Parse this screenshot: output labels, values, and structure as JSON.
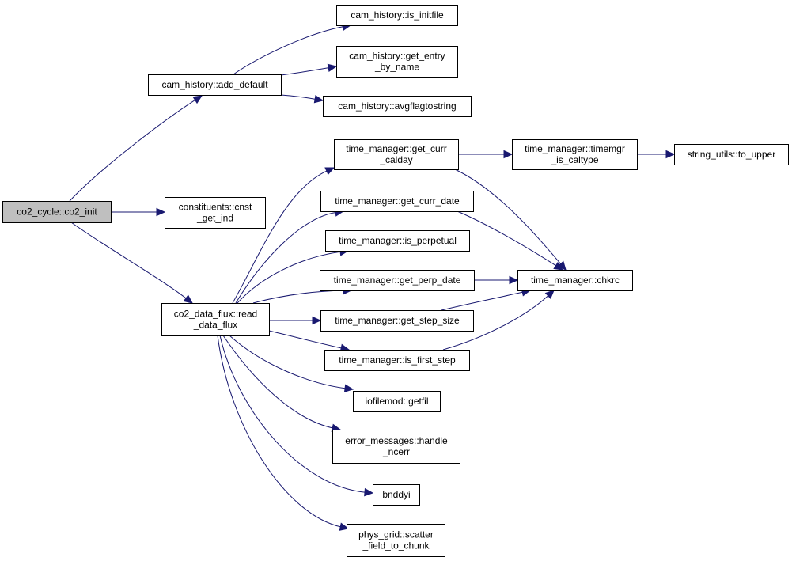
{
  "graph": {
    "nodes": {
      "co2_init": [
        "co2_cycle::co2_init"
      ],
      "add_default": [
        "cam_history::add_default"
      ],
      "is_initfile": [
        "cam_history::is_initfile"
      ],
      "get_entry": [
        "cam_history::get_entry",
        "_by_name"
      ],
      "avgflag": [
        "cam_history::avgflagtostring"
      ],
      "cnst_get_ind": [
        "constituents::cnst",
        "_get_ind"
      ],
      "read_data_flux": [
        "co2_data_flux::read",
        "_data_flux"
      ],
      "get_curr_calday": [
        "time_manager::get_curr",
        "_calday"
      ],
      "timemgr_is_caltype": [
        "time_manager::timemgr",
        "_is_caltype"
      ],
      "to_upper": [
        "string_utils::to_upper"
      ],
      "get_curr_date": [
        "time_manager::get_curr_date"
      ],
      "is_perpetual": [
        "time_manager::is_perpetual"
      ],
      "get_perp_date": [
        "time_manager::get_perp_date"
      ],
      "chkrc": [
        "time_manager::chkrc"
      ],
      "get_step_size": [
        "time_manager::get_step_size"
      ],
      "is_first_step": [
        "time_manager::is_first_step"
      ],
      "getfil": [
        "iofilemod::getfil"
      ],
      "handle_ncerr": [
        "error_messages::handle",
        "_ncerr"
      ],
      "bnddyi": [
        "bnddyi"
      ],
      "scatter_field": [
        "phys_grid::scatter",
        "_field_to_chunk"
      ]
    },
    "root": "co2_init",
    "edges": [
      [
        "co2_init",
        "add_default"
      ],
      [
        "co2_init",
        "cnst_get_ind"
      ],
      [
        "co2_init",
        "read_data_flux"
      ],
      [
        "add_default",
        "is_initfile"
      ],
      [
        "add_default",
        "get_entry"
      ],
      [
        "add_default",
        "avgflag"
      ],
      [
        "read_data_flux",
        "get_curr_calday"
      ],
      [
        "read_data_flux",
        "get_curr_date"
      ],
      [
        "read_data_flux",
        "is_perpetual"
      ],
      [
        "read_data_flux",
        "get_perp_date"
      ],
      [
        "read_data_flux",
        "get_step_size"
      ],
      [
        "read_data_flux",
        "is_first_step"
      ],
      [
        "read_data_flux",
        "getfil"
      ],
      [
        "read_data_flux",
        "handle_ncerr"
      ],
      [
        "read_data_flux",
        "bnddyi"
      ],
      [
        "read_data_flux",
        "scatter_field"
      ],
      [
        "get_curr_calday",
        "timemgr_is_caltype"
      ],
      [
        "get_curr_calday",
        "chkrc"
      ],
      [
        "timemgr_is_caltype",
        "to_upper"
      ],
      [
        "get_curr_date",
        "chkrc"
      ],
      [
        "get_perp_date",
        "chkrc"
      ],
      [
        "get_step_size",
        "chkrc"
      ],
      [
        "is_first_step",
        "chkrc"
      ]
    ]
  },
  "colors": {
    "edge": "#191970",
    "root_fill": "#bfbfbf",
    "node_fill": "#ffffff",
    "border": "#000000"
  }
}
